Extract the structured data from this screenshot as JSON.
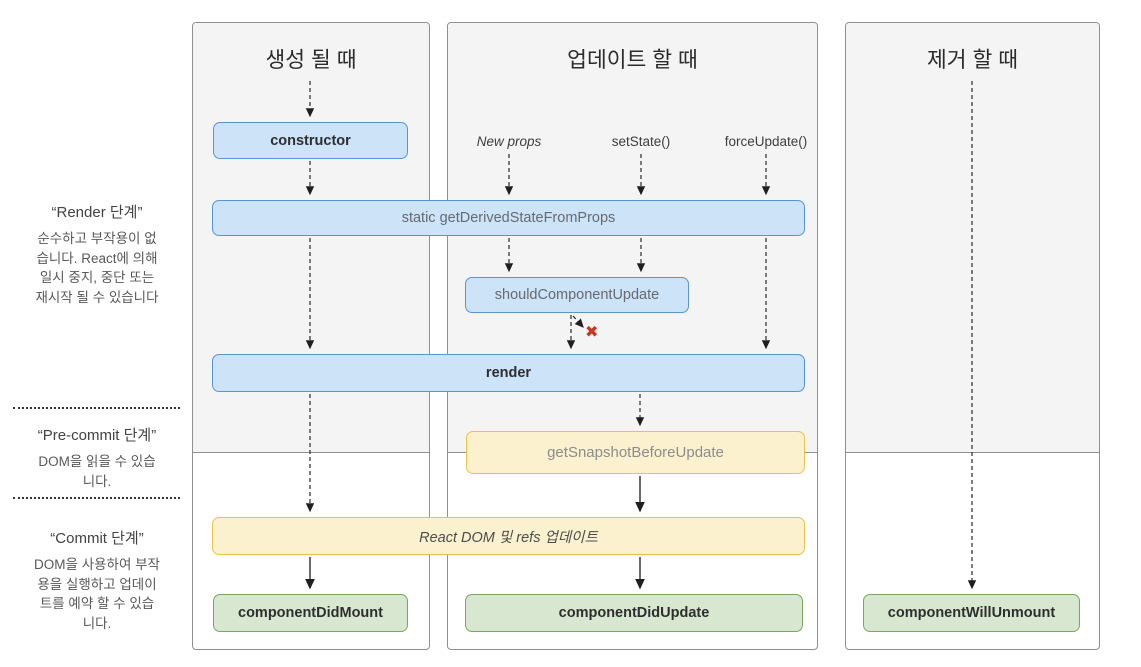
{
  "colors": {
    "blue_fill": "#cce3f8",
    "blue_border": "#5995d5",
    "yellow_fill": "#fbf1cf",
    "yellow_border": "#e9c44c",
    "green_fill": "#d8e8d0",
    "green_border": "#78a760",
    "panel_bg_top": "#f4f4f5",
    "panel_border": "#8f8f8f",
    "stop_x": "#c23a26"
  },
  "phases": [
    {
      "title": "“Render 단계”",
      "desc": "순수하고 부작용이 없\n습니다. React에 의해\n일시 중지, 중단 또는\n재시작 될 수 있습니다"
    },
    {
      "title": "“Pre-commit 단계”",
      "desc": "DOM을 읽을 수 있습\n니다."
    },
    {
      "title": "“Commit 단계”",
      "desc": "DOM을 사용하여 부작\n용을 실행하고 업데이\n트를 예약 할 수 있습\n니다."
    }
  ],
  "columns": [
    {
      "title": "생성 될 때"
    },
    {
      "title": "업데이트 할 때"
    },
    {
      "title": "제거 할 때"
    }
  ],
  "triggers": {
    "new_props": "New props",
    "set_state": "setState()",
    "force_update": "forceUpdate()"
  },
  "nodes": {
    "constructor_label": "constructor",
    "get_derived_state": "static getDerivedStateFromProps",
    "should_component_update": "shouldComponentUpdate",
    "render": "render",
    "get_snapshot": "getSnapshotBeforeUpdate",
    "react_dom_update": "React DOM 및 refs 업데이트",
    "component_did_mount": "componentDidMount",
    "component_did_update": "componentDidUpdate",
    "component_will_unmount": "componentWillUnmount"
  },
  "stop_icon": "✖"
}
